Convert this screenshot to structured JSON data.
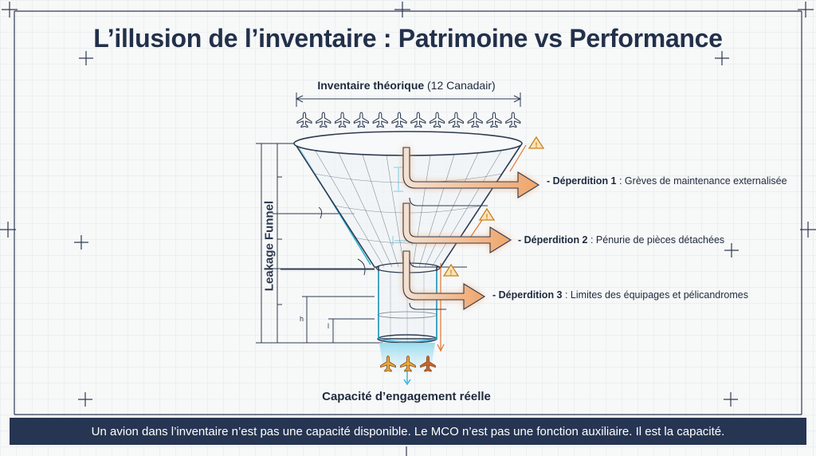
{
  "title": "L’illusion de l’inventaire : Patrimoine vs Performance",
  "inventory": {
    "label_bold": "Inventaire théorique",
    "label_rest": " (12 Canadair)",
    "aircraft_icon": "plane-icon",
    "count": 12
  },
  "funnel_label": "Leakage Funnel",
  "dimension_labels": {
    "h": "h",
    "l": "l"
  },
  "losses": [
    {
      "bold": "- Déperdition 1",
      "rest": " : Grèves de maintenance externalisée"
    },
    {
      "bold": "- Déperdition 2",
      "rest": " : Pénurie de pièces détachées"
    },
    {
      "bold": "- Déperdition 3",
      "rest": " : Limites des équipages et pélicandromes"
    }
  ],
  "output": {
    "label": "Capacité d’engagement réelle",
    "count": 3
  },
  "banner": "Un avion dans l’inventaire n’est pas une capacité disponible. Le MCO n’est pas une fonction auxiliaire. Il est la capacité.",
  "colors": {
    "navy": "#263552",
    "arrow_orange": "#e0742c",
    "arrow_glow": "#f7c9a0",
    "warning": "#e9a23b",
    "cyan": "#2bb3d6",
    "plane_gold": "#e8a93a",
    "plane_red": "#c9652f"
  }
}
